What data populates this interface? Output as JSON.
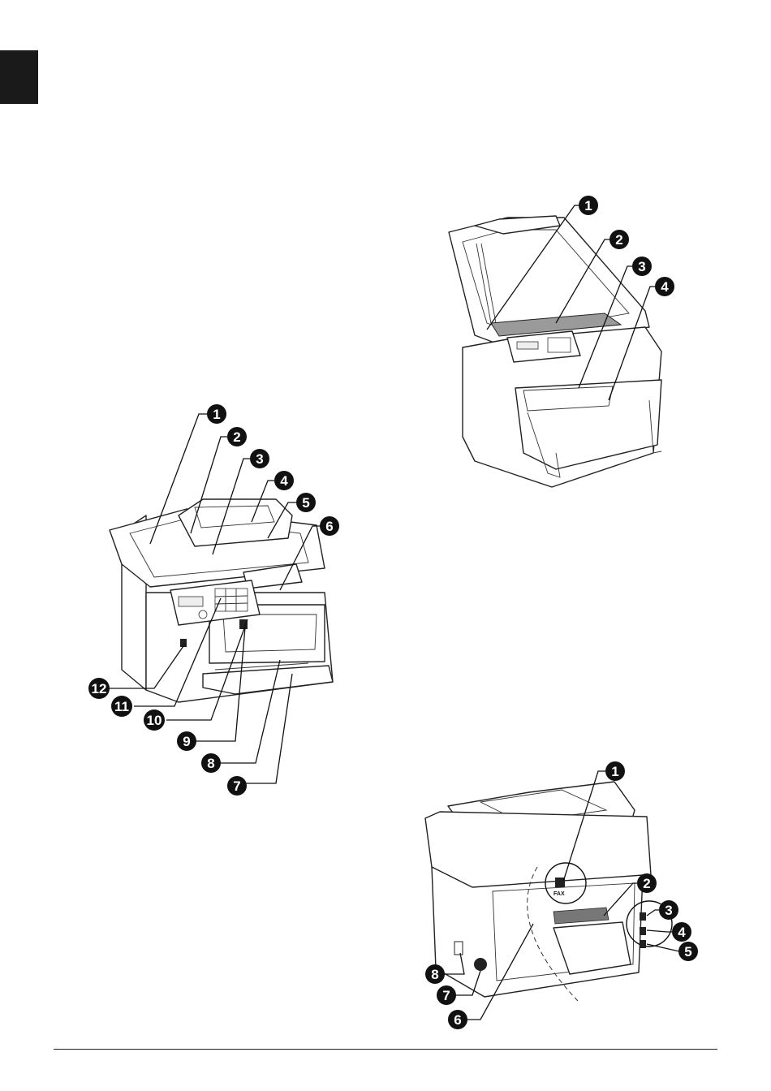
{
  "page": {
    "background": "#ffffff",
    "ink": "#111111"
  },
  "front_view": {
    "callouts": [
      "1",
      "2",
      "3",
      "4",
      "5",
      "6",
      "7",
      "8",
      "9",
      "10",
      "11",
      "12"
    ]
  },
  "open_view": {
    "callouts": [
      "1",
      "2",
      "3",
      "4"
    ]
  },
  "rear_view": {
    "callouts": [
      "1",
      "2",
      "3",
      "4",
      "5",
      "6",
      "7",
      "8"
    ],
    "port_label": "FAX"
  },
  "icons": {
    "section_tab": "black-section-tab-icon",
    "usb": "usb-icon"
  }
}
